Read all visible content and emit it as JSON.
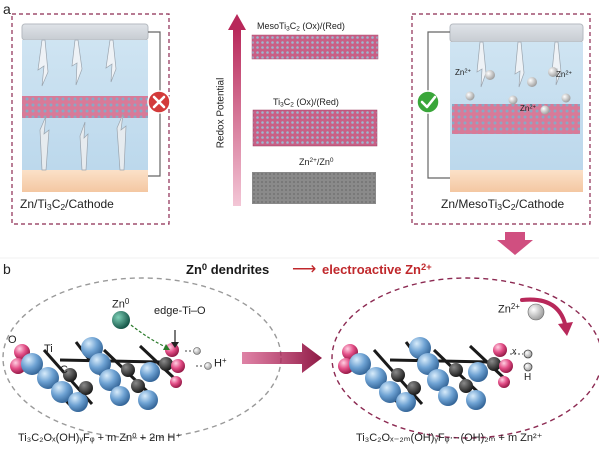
{
  "panel_a": {
    "label": "a",
    "left_cell": {
      "caption_main": "Zn/Ti",
      "caption_sub3": "3",
      "caption_c": "C",
      "caption_sub2": "2",
      "caption_end": "/Cathode",
      "status_icon": "cross-icon"
    },
    "right_cell": {
      "caption_main": "Zn/MesoTi",
      "caption_sub3": "3",
      "caption_c": "C",
      "caption_sub2": "2",
      "caption_end": "/Cathode",
      "status_icon": "check-icon",
      "ion_label_1": "Zn",
      "ion_label_2": "Zn",
      "ion_label_3": "Zn",
      "ion_charge": "2+"
    },
    "potential_chart": {
      "axis_label": "Redox Potential",
      "levels": [
        {
          "pre": "MesoTi",
          "s1": "3",
          "c": "C",
          "s2": "2",
          "post": " (Ox)/(Red)"
        },
        {
          "pre": "Ti",
          "s1": "3",
          "c": "C",
          "s2": "2",
          "post": " (Ox)/(Red)"
        },
        {
          "pre": "Zn",
          "sup": "2+",
          "mid": "/Zn",
          "sup2": "0",
          "post": ""
        }
      ]
    }
  },
  "panel_b": {
    "label": "b",
    "title_left_base": "Zn",
    "title_left_sup": "0",
    "title_left_rest": " dendrites",
    "title_arrow": "⟶",
    "title_right_base": "electroactive Zn",
    "title_right_sup": "2+",
    "left_scheme": {
      "zn_label": "Zn",
      "zn_sup": "0",
      "edge_label": "edge-Ti–O",
      "atom_O": "O",
      "atom_Ti": "Ti",
      "atom_C": "C",
      "proton_label": "H",
      "proton_sup": "+"
    },
    "right_scheme": {
      "ion_label": "Zn",
      "ion_sup": "2+",
      "atom_x": "x",
      "atom_H": "H"
    },
    "equation_left": "Ti₃C₂Oₓ(OH)ᵧFᵩ + m Zn⁰ + 2m H⁺",
    "equation_right": "Ti₃C₂Oₓ₋₂ₘ(OH)ᵧFᵩ···(OH)₂ₘ + m Zn²⁺"
  },
  "colors": {
    "frame_dash": "#8c2a52",
    "frame_gray": "#9a9a9a",
    "pink": "#c8306a",
    "teal": "#1f6e5e",
    "blue_atom": "#5c8fc2",
    "dark_red_title": "#c0282c",
    "check_green": "#3aa63a",
    "cross_red": "#d33a3a"
  }
}
